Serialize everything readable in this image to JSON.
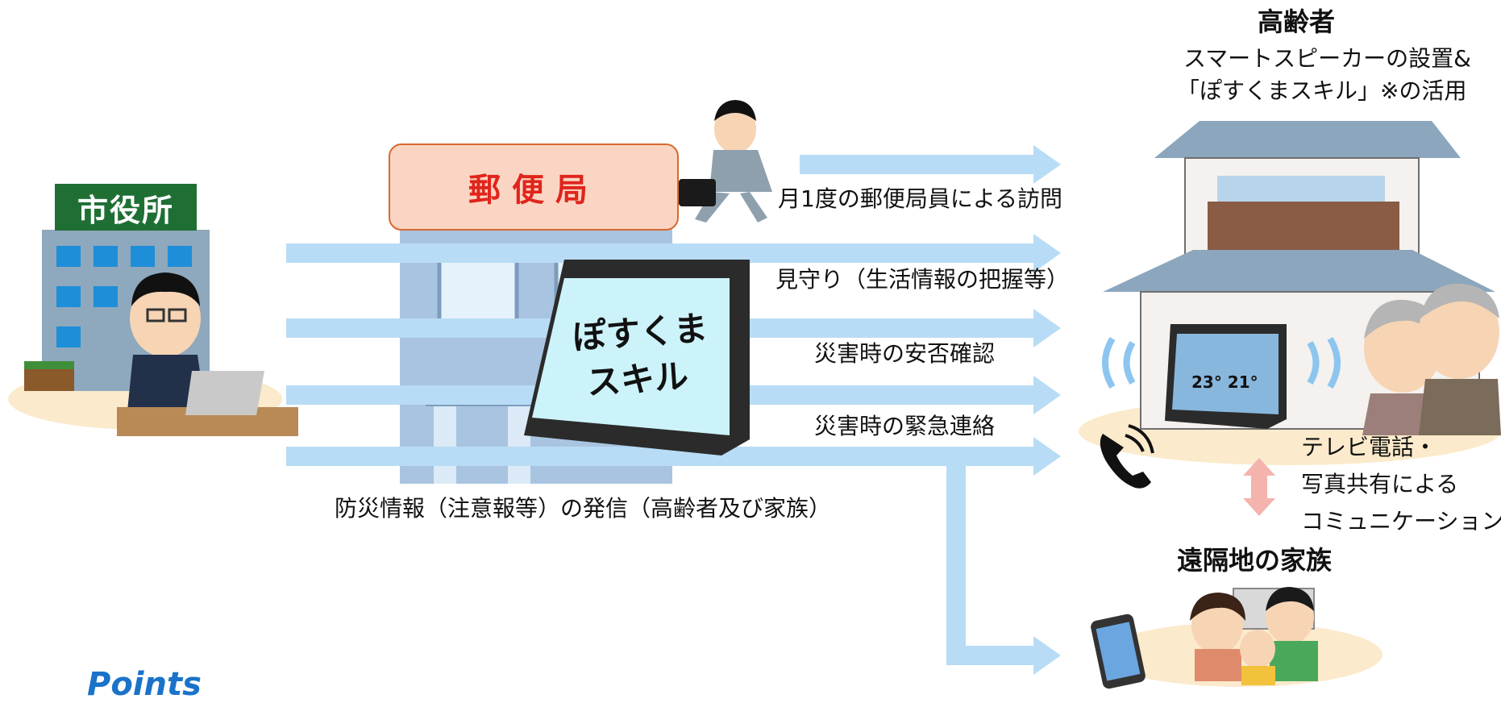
{
  "labels": {
    "elderly_title": "高齢者",
    "elderly_line1": "スマートスピーカーの設置&",
    "elderly_line2": "「ぽすくまスキル」※の活用",
    "post_office": "郵便局",
    "city_hall": "市役所",
    "arrow_visit": "月1度の郵便局員による訪問",
    "arrow_watch": "見守り（生活情報の把握等）",
    "arrow_safety": "災害時の安否確認",
    "arrow_emergency": "災害時の緊急連絡",
    "broadcast": "防災情報（注意報等）の発信（高齢者及び家族）",
    "device_label_1": "ぽすくま",
    "device_label_2": "スキル",
    "temps": "23° 21°",
    "videocall_1": "テレビ電話・",
    "videocall_2": "写真共有による",
    "videocall_3": "コミュニケーション",
    "family_title": "遠隔地の家族",
    "points": "Points"
  },
  "colors": {
    "arrow": "#b8dcf5",
    "post_fill": "#fbd5c3",
    "post_border": "#d8692e",
    "post_text": "#e0251c",
    "cityhall_sign": "#1f6f34",
    "roof": "#8ba6bd",
    "updown_arrow": "#f4b3ac",
    "points": "#1a73c9"
  }
}
